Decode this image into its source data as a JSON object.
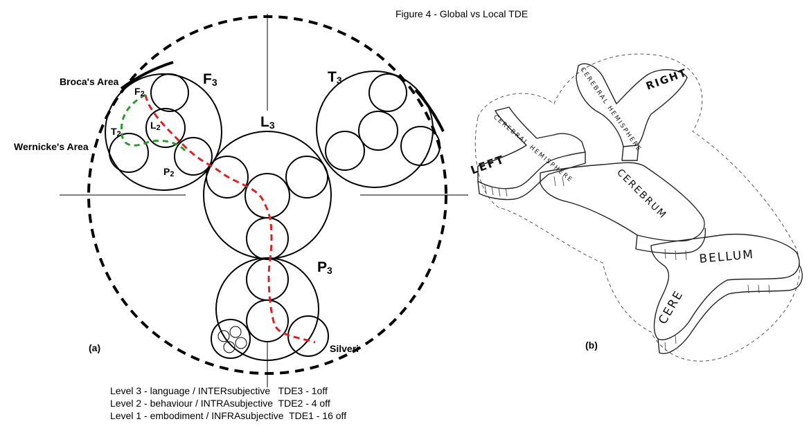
{
  "title": "Figure 4 - Global vs Local TDE",
  "panel_a": {
    "label": "(a)",
    "regions": {
      "F": {
        "letter": "F",
        "sub": "3"
      },
      "T": {
        "letter": "T",
        "sub": "3"
      },
      "L": {
        "letter": "L",
        "sub": "3"
      },
      "P": {
        "letter": "P",
        "sub": "3"
      },
      "F2": {
        "letter": "F",
        "sub": "2"
      },
      "L2": {
        "letter": "L",
        "sub": "2"
      },
      "T2": {
        "letter": "T",
        "sub": "2"
      },
      "P2": {
        "letter": "P",
        "sub": "2"
      }
    },
    "brocas_area": "Broca's Area",
    "wernickes_area": "Wernicke's Area",
    "silveri": "Silveri",
    "path_colors": {
      "red": "#e02020",
      "green": "#2a9a2a"
    }
  },
  "panel_b": {
    "label": "(b)",
    "sketch_labels": {
      "cerebral_left": "CEREBRAL HEMISPHERE",
      "left": "LEFT",
      "cerebral_right": "CEREBRAL HEMISPHERE",
      "right": "RIGHT",
      "cerebrum": "CEREBRUM",
      "cerebellum_a": "CERE",
      "cerebellum_b": "BELLUM"
    }
  },
  "legend": [
    "Level 3 - language / INTERsubjective   TDE3 - 1off",
    "Level 2 - behaviour / INTRAsubjective  TDE2 - 4 off",
    "Level 1 - embodiment / INFRAsubjective  TDE1 - 16 off"
  ]
}
